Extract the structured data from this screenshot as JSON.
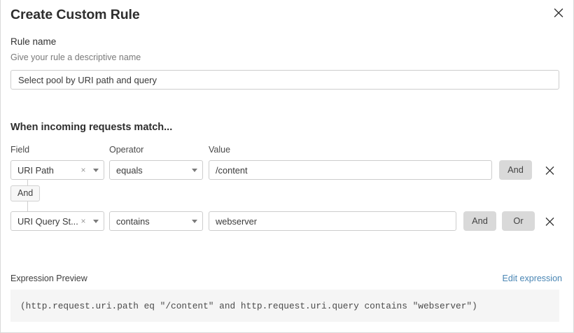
{
  "dialog": {
    "title": "Create Custom Rule",
    "close_icon": "close-icon"
  },
  "rule_name": {
    "label": "Rule name",
    "hint": "Give your rule a descriptive name",
    "value": "Select pool by URI path and query",
    "placeholder": "Select pool by URI path and query"
  },
  "match_section": {
    "heading": "When incoming requests match...",
    "columns": {
      "field": "Field",
      "operator": "Operator",
      "value": "Value"
    },
    "connector": {
      "label": "And"
    },
    "rows": [
      {
        "field": "URI Path",
        "operator": "equals",
        "value": "/content",
        "clear_icon": "clear-icon",
        "caret_icon": "chevron-down-icon",
        "and_label": "And",
        "or_label": null,
        "delete_icon": "close-icon"
      },
      {
        "field": "URI Query St...",
        "operator": "contains",
        "value": "webserver",
        "clear_icon": "clear-icon",
        "caret_icon": "chevron-down-icon",
        "and_label": "And",
        "or_label": "Or",
        "delete_icon": "close-icon"
      }
    ]
  },
  "expression": {
    "label": "Expression Preview",
    "edit_link": "Edit expression",
    "code": "(http.request.uri.path eq \"/content\" and http.request.uri.query contains \"webserver\")"
  },
  "colors": {
    "link": "#4a86b4",
    "logic_button_bg": "#d9d9d9",
    "code_bg": "#f5f5f5",
    "border": "#cdcdcd",
    "text": "#313131",
    "muted_text": "#7a7a7a"
  }
}
